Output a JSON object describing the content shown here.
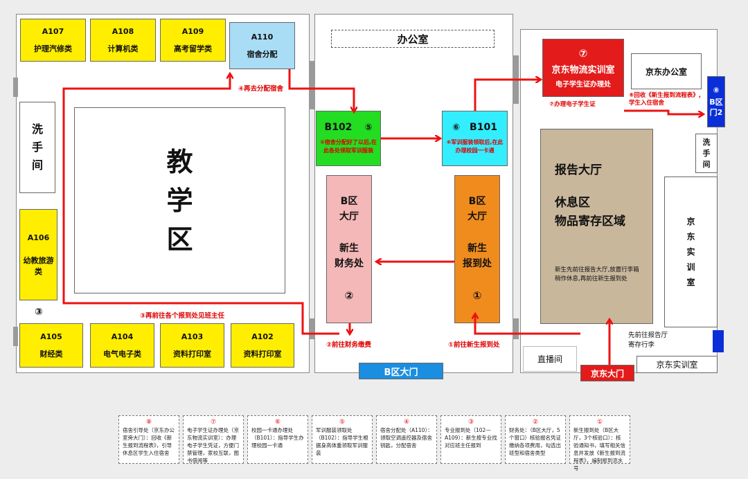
{
  "rooms": {
    "a107": {
      "code": "A107",
      "label": "护理汽修类"
    },
    "a108": {
      "code": "A108",
      "label": "计算机类"
    },
    "a109": {
      "code": "A109",
      "label": "高考留学类"
    },
    "a110": {
      "code": "A110",
      "label": "宿舍分配"
    },
    "a106": {
      "code": "A106",
      "label": "幼教旅游类"
    },
    "a105": {
      "code": "A105",
      "label": "财经类"
    },
    "a104": {
      "code": "A104",
      "label": "电气电子类"
    },
    "a103": {
      "code": "A103",
      "label": "资料打印室"
    },
    "a102": {
      "code": "A102",
      "label": "资料打印室"
    },
    "washroom_left": "洗\n手\n间",
    "teaching_area": "教\n学\n区",
    "office": "办公室",
    "b102": {
      "code": "B102",
      "num": "⑤",
      "note": "⑤宿舍分配好了以后,在此各处领取军训服装"
    },
    "b101": {
      "code": "B101",
      "num": "⑥",
      "note": "⑥军训服装领取后,在此办理校园一卡通"
    },
    "b_hall_left": {
      "title": "B区\n大厅",
      "sub": "新生\n财务处",
      "num": "②"
    },
    "b_hall_right": {
      "title": "B区\n大厅",
      "sub": "新生\n报到处",
      "num": "①"
    },
    "jd_logistics": {
      "num": "⑦",
      "title": "京东物流实训室",
      "sub": "电子学生证办理处"
    },
    "jd_office": "京东办公室",
    "gate2": {
      "num": "⑧",
      "label": "B区\n门2"
    },
    "washroom_right": "洗\n手\n间",
    "report_hall": {
      "title": "报告大厅",
      "sub": "休息区\n物品寄存区域",
      "note": "新生先前往报告大厅,放置行李箱稍作休息,再前往新生报到处"
    },
    "jd_training_side": "京\n东\n实\n训\n室",
    "jd_training_bottom": "京东实训室",
    "live_room": "直播间",
    "b_gate": "B区大门",
    "jd_gate": "京东大门"
  },
  "route_labels": {
    "step1": "①前往新生报到处",
    "step2": "②前往财务缴费",
    "step3": "③再前往各个报到处见班主任",
    "step3_marker": "③",
    "step4": "④再去分配宿舍",
    "step7": "⑦办理电子学生证",
    "step8": "⑧回收《新生报到流程表》,学生入住宿舍",
    "luggage": "先前往报告厅\n寄存行李"
  },
  "notes": [
    {
      "num": "⑧",
      "text": "宿舍引导处（京东办公室旁大门）：回收《新生报到流程表》，引导休息区学生入住宿舍"
    },
    {
      "num": "⑦",
      "text": "电子学生证办理处（京东物流实训室）：办理电子学生凭证，方便门禁管理，家校互联，图书借阅等"
    },
    {
      "num": "⑥",
      "text": "校园一卡通办理处（B101）：指导学生办理校园一卡通"
    },
    {
      "num": "⑤",
      "text": "军训服装领取处（B102）：指导学生根据身高体重领取军训服装"
    },
    {
      "num": "④",
      "text": "宿舍分配处（A110）：领取空调遥控器及宿舍钥匙，分配宿舍"
    },
    {
      "num": "③",
      "text": "专业报到处（102—A109）：新生按专业找对应班主任报到"
    },
    {
      "num": "②",
      "text": "财务处：（B区大厅，5个窗口）核验报名凭证缴纳各项费用，勾选出班型和宿舍类型"
    },
    {
      "num": "①",
      "text": "新生报到处（B区大厅，3个核验口）：核验通知书，填写相关信息并发放《新生报到流程表》，编制报到流水号"
    }
  ],
  "colors": {
    "arrow": "#ee1111",
    "yellow": "#ffee00",
    "green": "#22dd22",
    "cyan": "#33eeff",
    "orange": "#f08c1e",
    "pink": "#f4b8b8",
    "red": "#e41b1b",
    "blue": "#0a2fd8",
    "tan": "#c9b79c",
    "lightblue": "#a9dcf5",
    "bluegate": "#1a8ee0"
  }
}
